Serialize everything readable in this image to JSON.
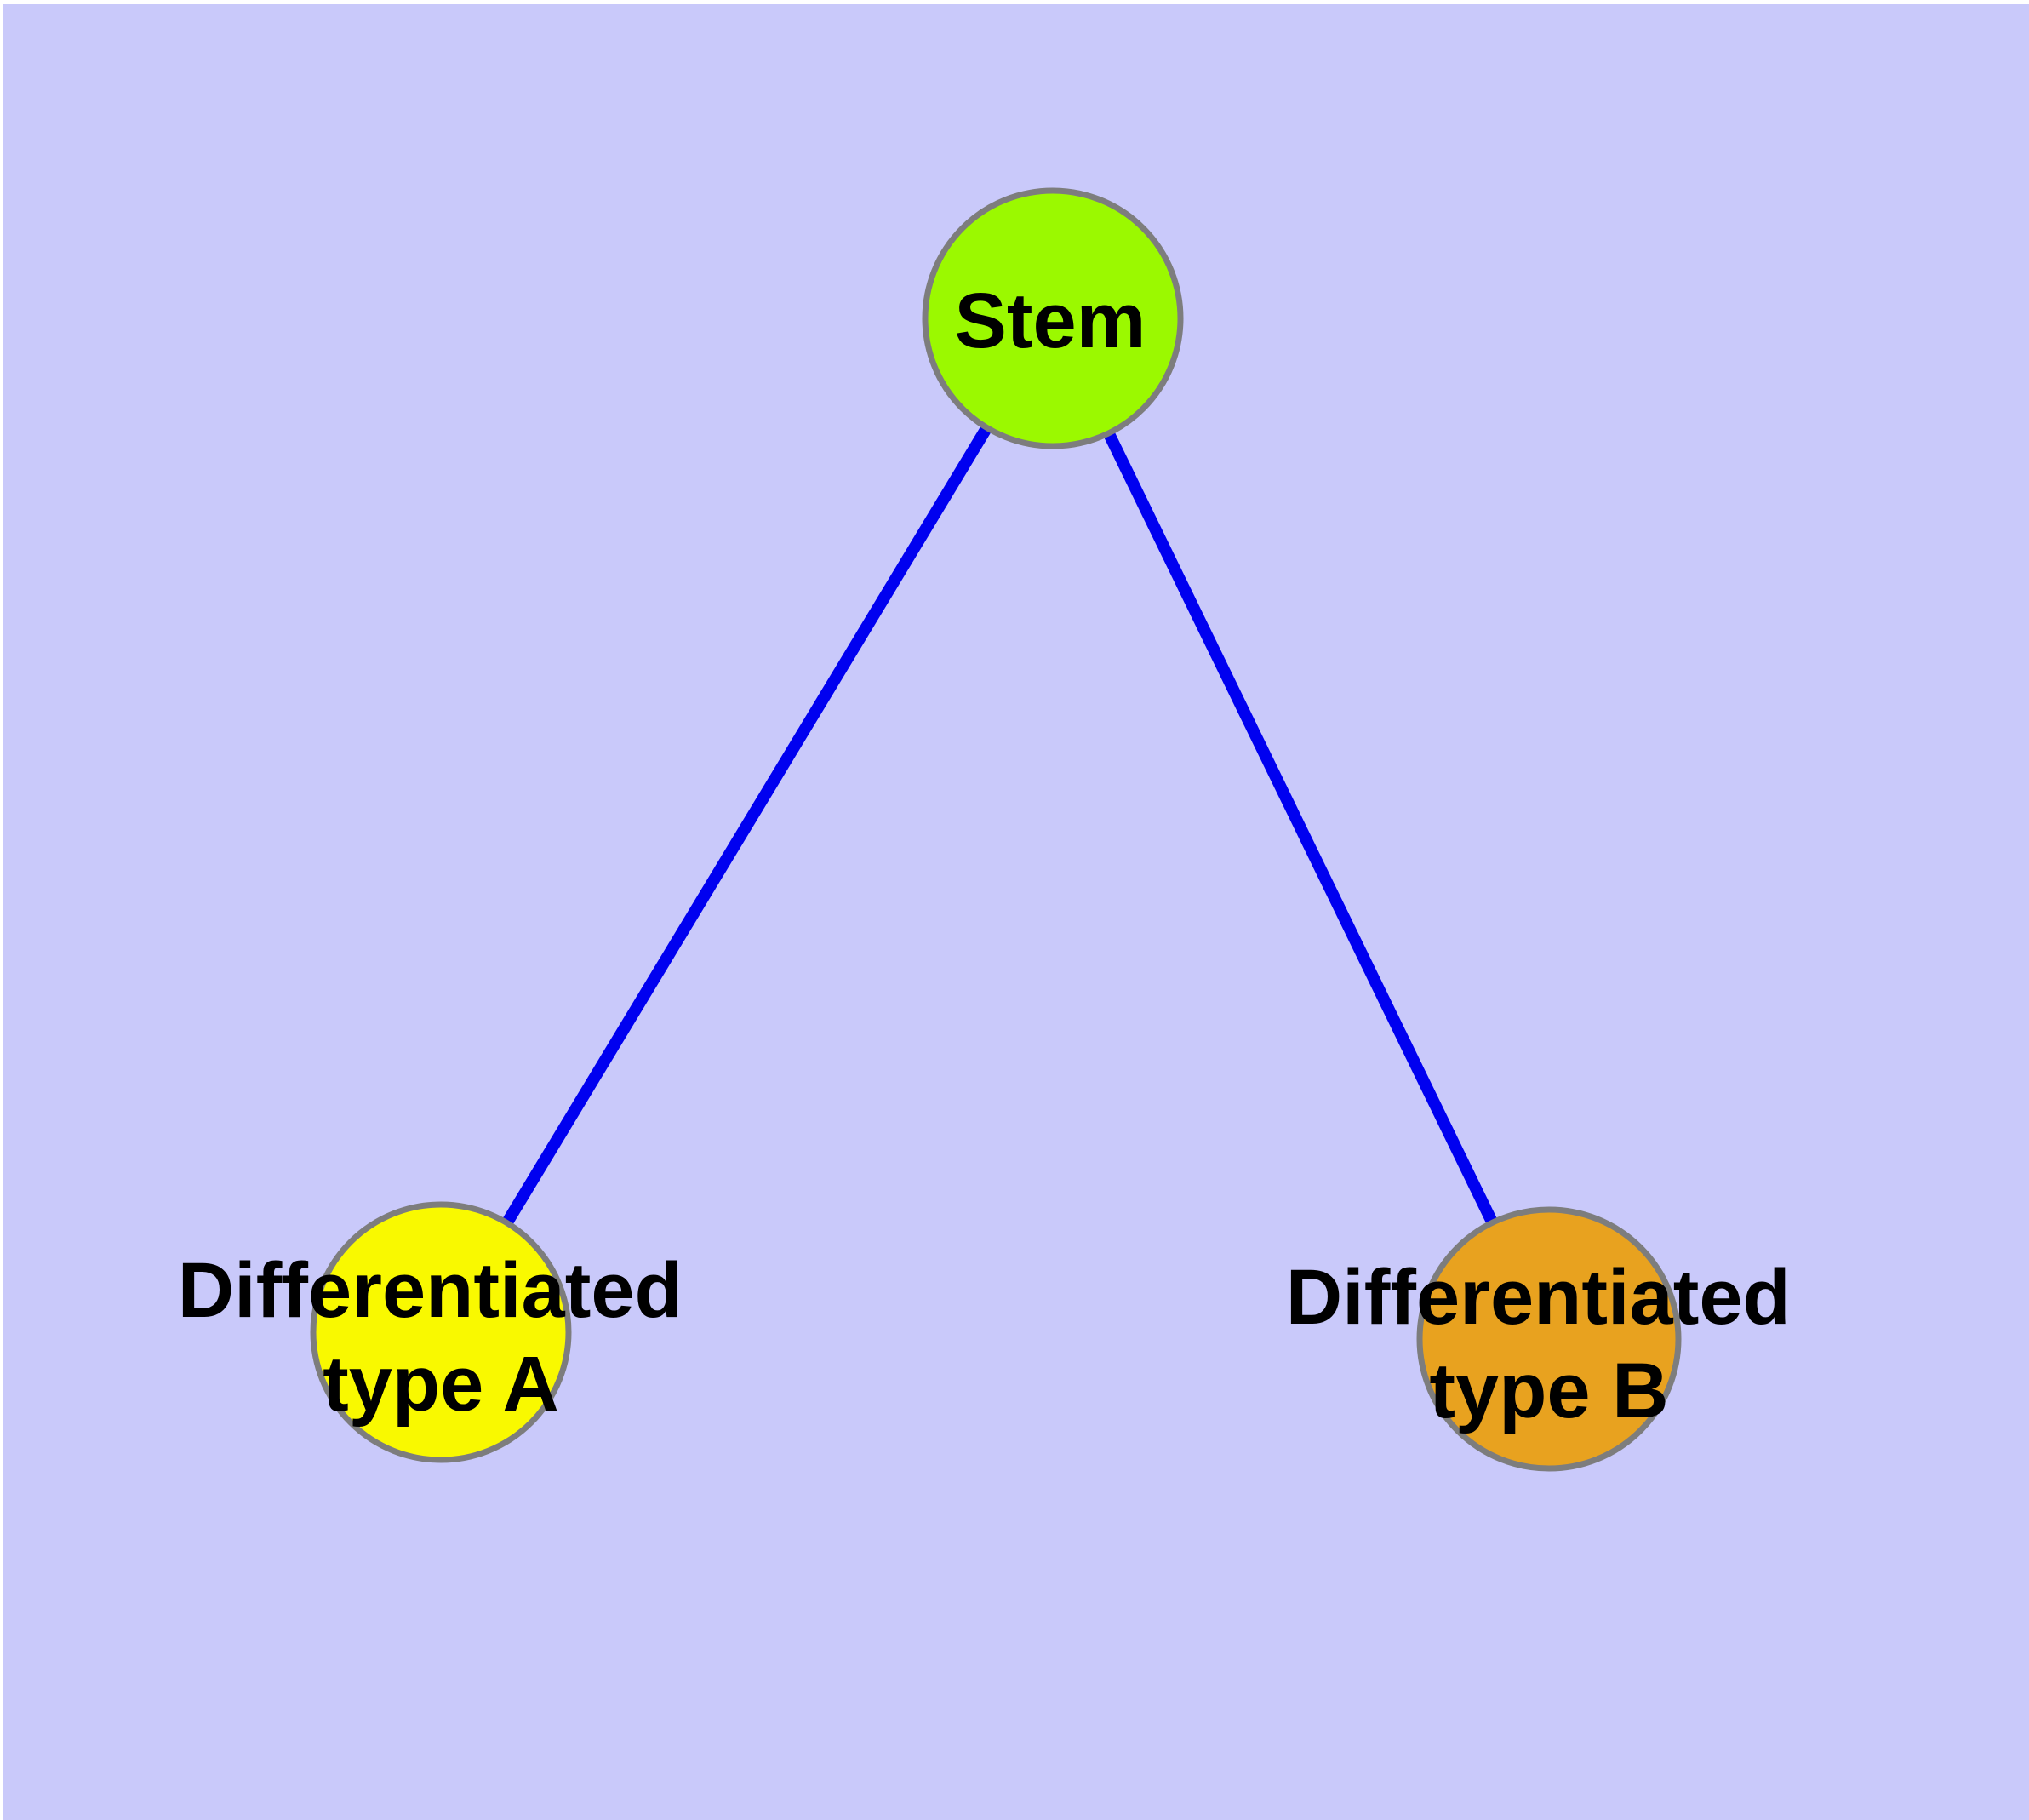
{
  "diagram": {
    "type": "graph",
    "background_color": "#C9C9FA",
    "page_margin_color": "#FFFFFF",
    "edge_color": "#0000F0",
    "node_border_color": "#7D7D7D",
    "label_color": "#000000",
    "nodes": [
      {
        "id": "stem",
        "label": "Stem",
        "fill": "#9BF900"
      },
      {
        "id": "differentiated-type-a",
        "label": "Differentiated type A",
        "label_lines": [
          "Differentiated",
          "type A"
        ],
        "fill": "#F9F900"
      },
      {
        "id": "differentiated-type-b",
        "label": "Differentiated type B",
        "label_lines": [
          "Differentiated",
          "type B"
        ],
        "fill": "#E8A21F"
      }
    ],
    "edges": [
      {
        "from": "stem",
        "to": "differentiated-type-a"
      },
      {
        "from": "stem",
        "to": "differentiated-type-b"
      }
    ]
  }
}
